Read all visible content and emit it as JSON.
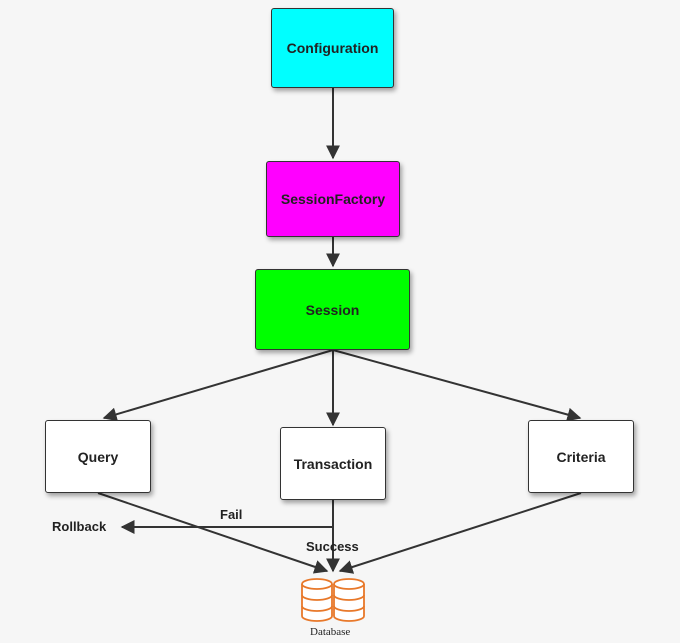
{
  "nodes": {
    "configuration": {
      "label": "Configuration",
      "color": "#00ffff"
    },
    "session_factory": {
      "label": "SessionFactory",
      "color": "#ff00ff"
    },
    "session": {
      "label": "Session",
      "color": "#00ff00"
    },
    "query": {
      "label": "Query",
      "color": "#ffffff"
    },
    "transaction": {
      "label": "Transaction",
      "color": "#ffffff"
    },
    "criteria": {
      "label": "Criteria",
      "color": "#ffffff"
    }
  },
  "edge_labels": {
    "fail": "Fail",
    "success": "Success"
  },
  "targets": {
    "rollback": "Rollback",
    "database": "Database"
  },
  "colors": {
    "edge": "#333333",
    "database_icon": "#e8782a"
  },
  "icons": {
    "database": "database-icon"
  }
}
